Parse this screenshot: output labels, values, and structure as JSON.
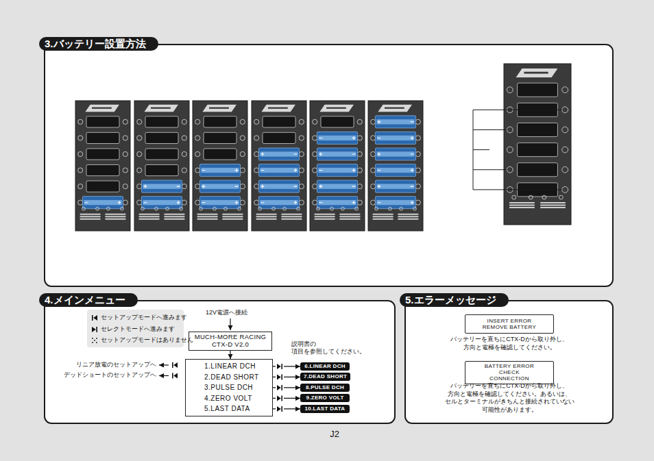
{
  "diagram": {
    "nodes": [
      {
        "text": [
          "3.バッテリー設置方法"
        ]
      },
      {
        "text": [
          "4.メインメニュー"
        ]
      },
      {
        "text": [
          "5.エラーメッセージ"
        ]
      },
      {
        "text": [
          "MUCH-MORE RACING CTX-D V2.0"
        ],
        "in": 1
      },
      {
        "text": [
          "1.LINEAR DCH",
          "2.DEAD SHORT",
          "3.PULSE DCH",
          "4.ZERO VOLT",
          "5.LAST DATA"
        ],
        "in": 1
      },
      {
        "text": [
          "6.LINEAR DCH"
        ],
        "in": 1
      },
      {
        "text": [
          "7.DEAD SHORT"
        ],
        "in": 1
      },
      {
        "text": [
          "8.PULSE DCH"
        ],
        "in": 1
      },
      {
        "text": [
          "9.ZERO VOLT"
        ],
        "in": 1
      },
      {
        "text": [
          "10.LAST DATA"
        ],
        "in": 1
      },
      {
        "text": [
          "INSERT ERROR REMOVE BATTERY"
        ],
        "in": 2
      },
      {
        "text": [
          "BATTERY ERROR CHECK CONNECTION"
        ],
        "in": 2
      }
    ],
    "edges": [
      {
        "from": 3,
        "to": 4,
        "arrow": "to"
      },
      {
        "from": 4,
        "to": 5,
        "arrow": "to"
      },
      {
        "from": 4,
        "to": 6,
        "arrow": "to"
      },
      {
        "from": 4,
        "to": 7,
        "arrow": "to"
      },
      {
        "from": 4,
        "to": 8,
        "arrow": "to"
      },
      {
        "from": 4,
        "to": 9,
        "arrow": "to"
      }
    ],
    "labels": [
      "12V電源へ接続",
      "説明書の 項目を参照してください。",
      "リニア放電のセットアップへ",
      "デッドショートのセットアップへ",
      "バッテリーを直ちにCTX-Dから取り外し、 方向と電極を確認してください。",
      "バッテリーを直ちにCTX-Dから取り外し、 方向と電極を確認してください。あるいは、 セルとターミナルがきちんと接続されていない 可能性があります。",
      "J2"
    ],
    "legend": [
      {
        "text": "セットアップモードへ進みます"
      },
      {
        "text": "セレクトモードへ進みます"
      },
      {
        "text": "セットアップモードはありません"
      }
    ]
  }
}
